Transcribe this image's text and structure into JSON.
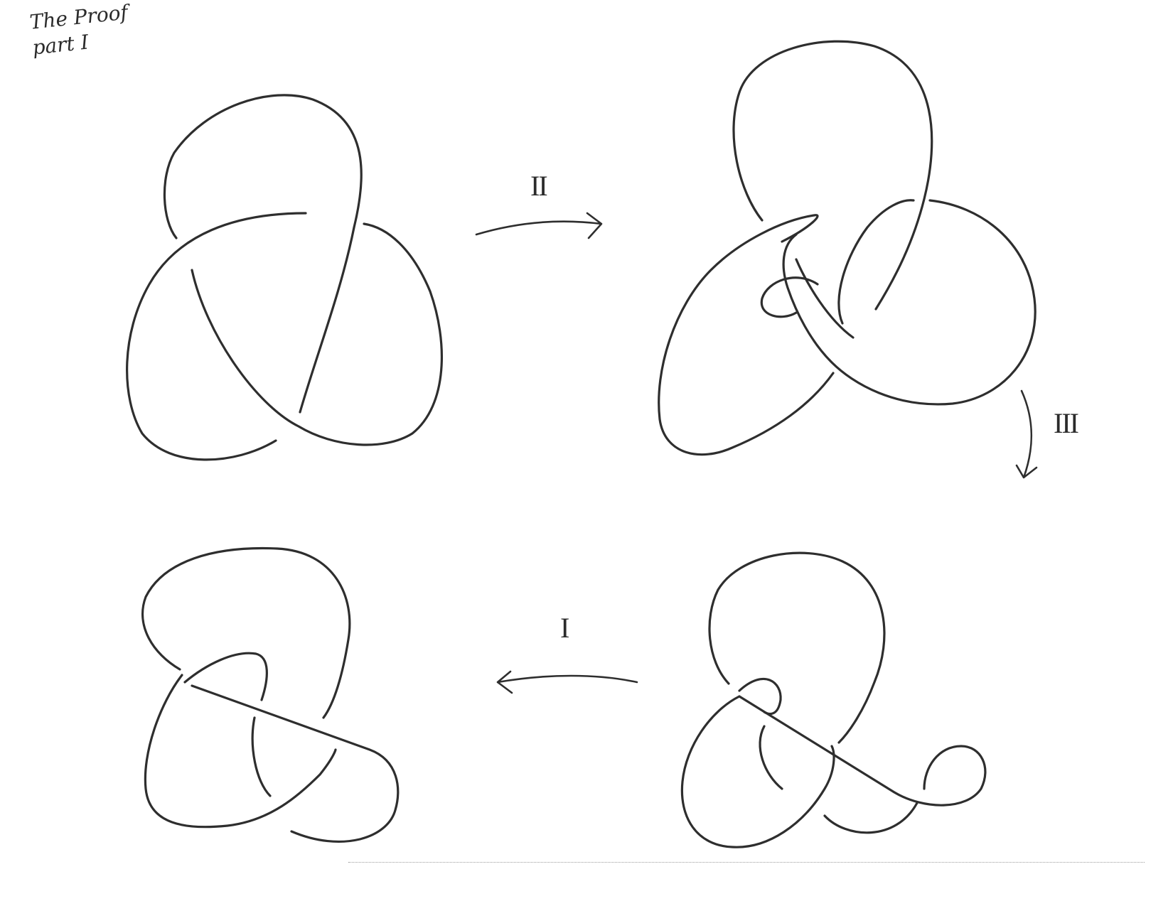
{
  "title": {
    "line1": "The Proof",
    "line2": "part I"
  },
  "moves": {
    "first": "II",
    "second": "III",
    "third": "I"
  }
}
